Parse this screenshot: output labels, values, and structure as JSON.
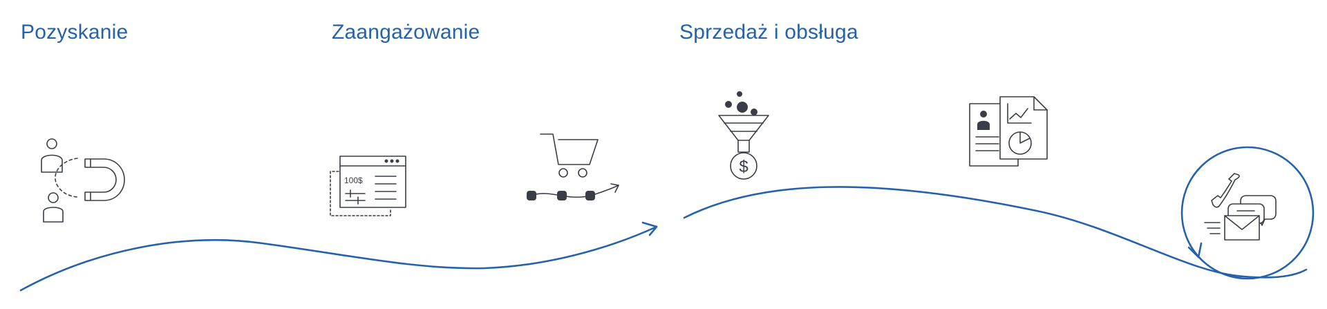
{
  "stages": [
    {
      "label": "Pozyskanie"
    },
    {
      "label": "Zaangażowanie"
    },
    {
      "label": "Sprzedaż i obsługa"
    }
  ],
  "icons": {
    "form_price": "100$",
    "dollar_sign": "$"
  },
  "icon_names": [
    "people-magnet-icon",
    "web-form-icon",
    "shopping-cart-journey-icon",
    "sales-funnel-icon",
    "reports-icon",
    "customer-service-icon"
  ],
  "colors": {
    "accent": "#2462ad",
    "icon": "#3a3d46",
    "background": "#ffffff"
  }
}
